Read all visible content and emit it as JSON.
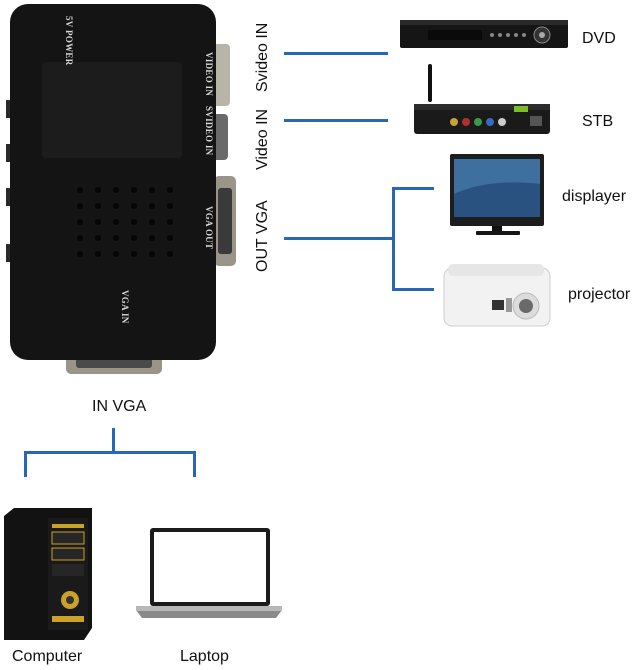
{
  "converter": {
    "port_labels": {
      "power": "5V POWER",
      "video_in": "VIDEO IN",
      "svideo_in": "SVIDEO IN",
      "vga_out": "VGA OUT",
      "vga_in": "VGA IN"
    }
  },
  "connections": {
    "svideo_in": "Svideo IN",
    "video_in": "Video IN",
    "out_vga": "OUT VGA",
    "in_vga": "IN VGA"
  },
  "devices": {
    "dvd": "DVD",
    "stb": "STB",
    "displayer": "displayer",
    "projector": "projector",
    "computer": "Computer",
    "laptop": "Laptop"
  },
  "colors": {
    "connector_line": "#2a66b8",
    "device_body": "#141414"
  }
}
